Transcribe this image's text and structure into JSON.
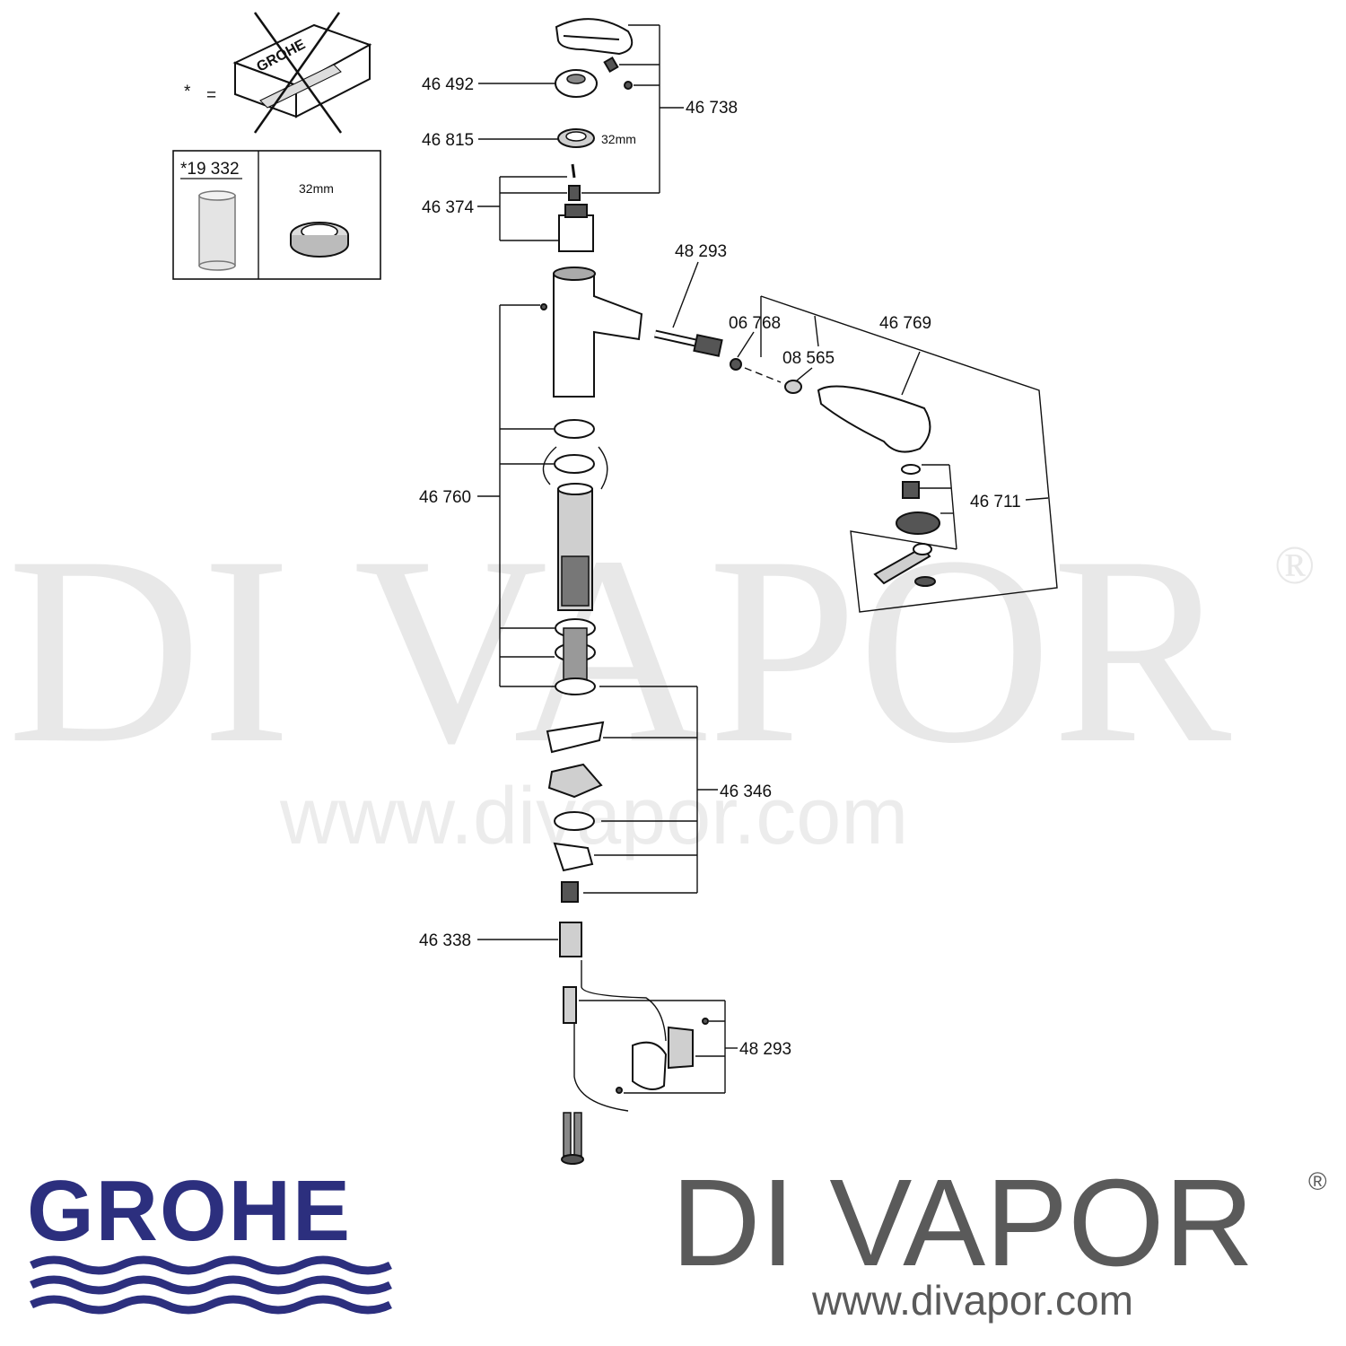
{
  "kit_note": {
    "asterisk": "*",
    "equals": "=",
    "box_brand": "GROHE"
  },
  "spare_box": {
    "code": "*19 332",
    "size": "32mm"
  },
  "labels": {
    "p46492": "46 492",
    "p46815": "46 815",
    "p46815_size": "32mm",
    "p46738": "46 738",
    "p46374": "46 374",
    "p48293_top": "48 293",
    "p06768": "06 768",
    "p46769": "46 769",
    "p08565": "08 565",
    "p46760": "46 760",
    "p46711": "46 711",
    "p46346": "46 346",
    "p46338": "46 338",
    "p48293_bottom": "48 293"
  },
  "watermark": {
    "brand": "DI VAPOR",
    "reg": "®",
    "url": "www.divapor.com"
  },
  "footer": {
    "grohe_logo": "GROHE",
    "divapor_logo": "DI VAPOR",
    "divapor_reg": "®",
    "divapor_url": "www.divapor.com"
  },
  "colors": {
    "grohe_blue": "#2c2f7e",
    "divapor_gray": "#5a5a5a",
    "watermark": "#e8e8e8"
  }
}
